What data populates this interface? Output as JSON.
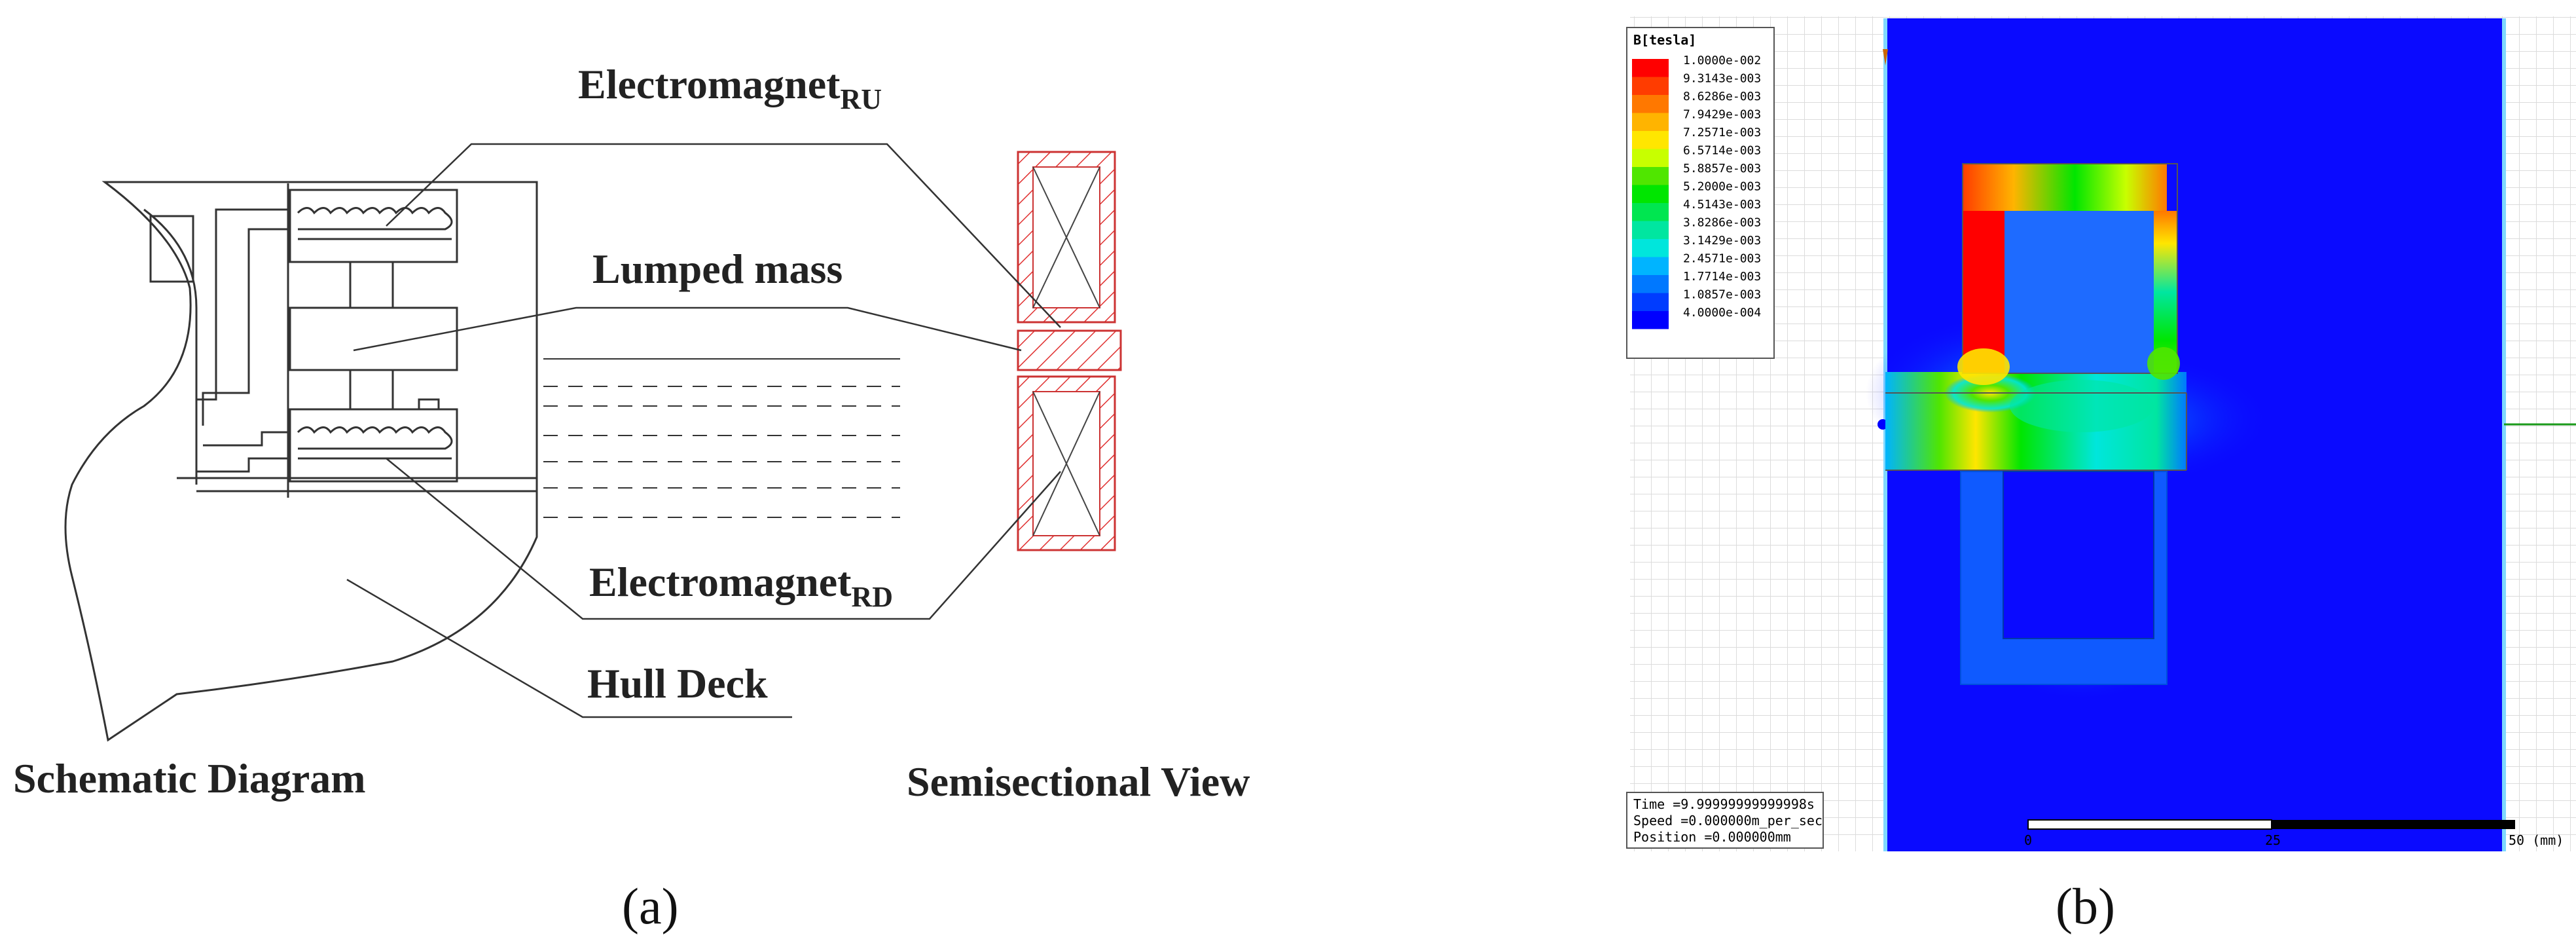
{
  "panel_a": {
    "label_electromagnet_ru": "Electromagnet",
    "label_electromagnet_ru_sub": "RU",
    "label_lumped_mass": "Lumped mass",
    "label_electromagnet_rd": "Electromagnet",
    "label_electromagnet_rd_sub": "RD",
    "label_hull_deck": "Hull Deck",
    "caption_schematic": "Schematic Diagram",
    "caption_semisection": "Semisectional View",
    "panel_label": "(a)"
  },
  "panel_b": {
    "legend_title": "B[tesla]",
    "legend_values": [
      "1.0000e-002",
      "9.3143e-003",
      "8.6286e-003",
      "7.9429e-003",
      "7.2571e-003",
      "6.5714e-003",
      "5.8857e-003",
      "5.2000e-003",
      "4.5143e-003",
      "3.8286e-003",
      "3.1429e-003",
      "2.4571e-003",
      "1.7714e-003",
      "1.0857e-003",
      "4.0000e-004"
    ],
    "legend_colors": [
      "#ff0000",
      "#ff3c00",
      "#ff7800",
      "#ffb400",
      "#ffe600",
      "#c8ff00",
      "#50e600",
      "#00e600",
      "#00e650",
      "#00e6a0",
      "#00e6dc",
      "#00b4ff",
      "#0078ff",
      "#003cff",
      "#0000ff"
    ],
    "info_time": "Time =9.99999999999998s",
    "info_speed": "Speed =0.000000m_per_sec",
    "info_position": "Position =0.000000mm",
    "scale_tick_0": "0",
    "scale_tick_mid": "25",
    "scale_tick_end": "50 (mm)",
    "panel_label": "(b)"
  },
  "colors": {
    "field_background": "#0a0aff",
    "hatch": "#e03030",
    "line": "#333333"
  }
}
